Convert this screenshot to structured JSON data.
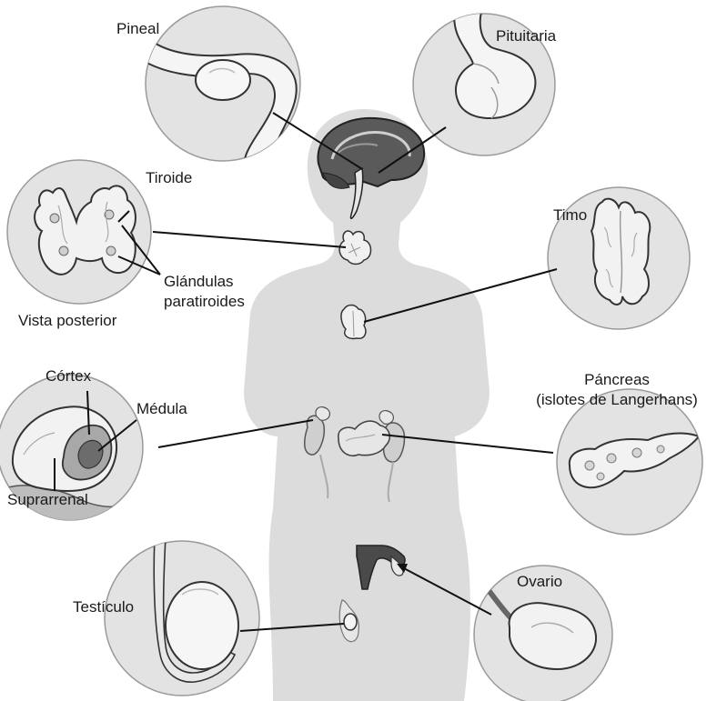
{
  "labels": {
    "pineal": "Pineal",
    "pituitaria": "Pituitaria",
    "tiroide": "Tiroide",
    "glandulas_line1": "Glándulas",
    "glandulas_line2": "paratiroides",
    "vista_posterior": "Vista posterior",
    "timo": "Timo",
    "cortex": "Córtex",
    "medula": "Médula",
    "suprarrenal": "Suprarrenal",
    "pancreas_line1": "Páncreas",
    "pancreas_line2": "(islotes de Langerhans)",
    "testiculo": "Testículo",
    "ovario": "Ovario"
  },
  "colors": {
    "background": "#ffffff",
    "circle_fill": "#e3e3e3",
    "body_silhouette": "#dcdcdc",
    "organ_fill": "#f2f2f2",
    "organ_shade": "#bdbdbd",
    "dark": "#3a3a3a",
    "leader_line": "#111111"
  }
}
